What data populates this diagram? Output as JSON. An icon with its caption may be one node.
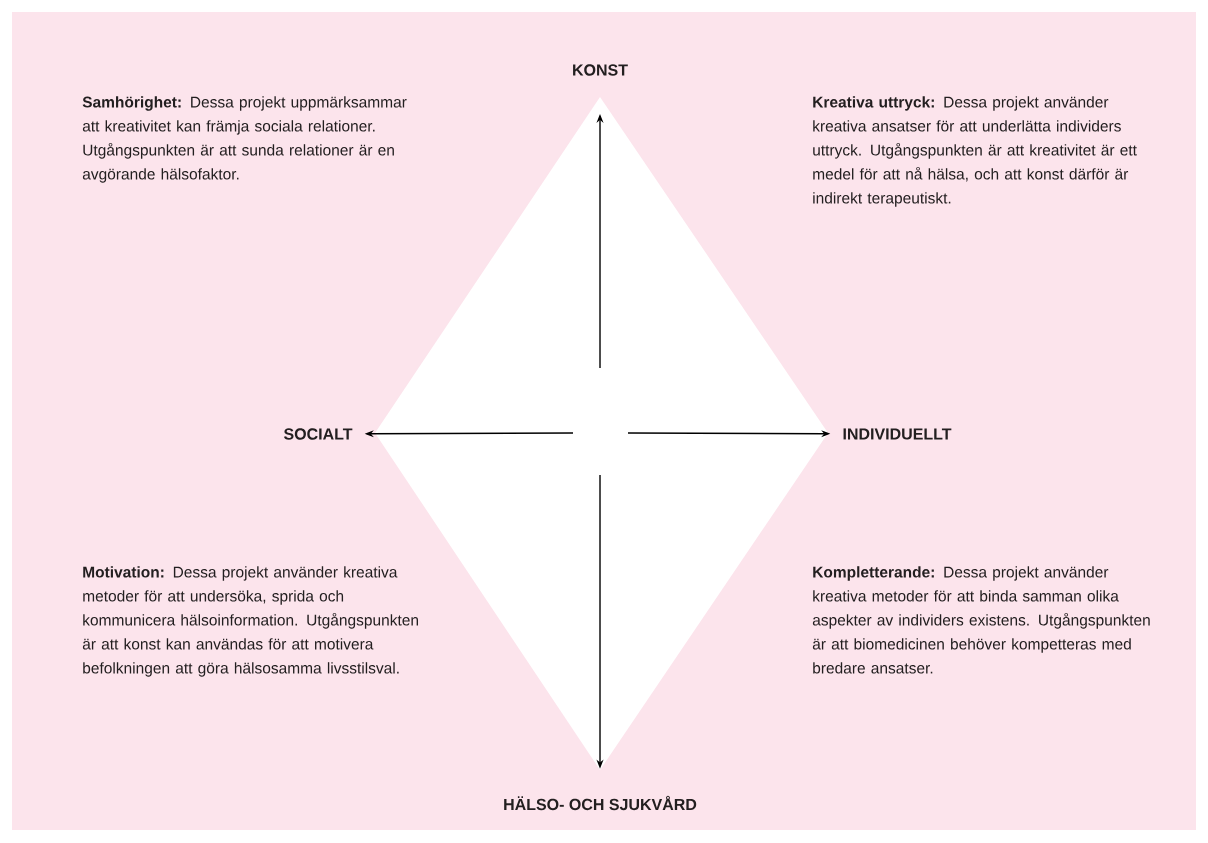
{
  "diagram": {
    "nodes": [
      {
        "text": [
          "KONST"
        ]
      },
      {
        "text": [
          "SOCIALT"
        ]
      },
      {
        "text": [
          "INDIVIDUELLT"
        ]
      },
      {
        "text": [
          "HÄLSO- OCH SJUKVÅRD"
        ]
      }
    ],
    "edges": [
      {
        "from": null,
        "to": 0,
        "arrow": "to"
      },
      {
        "from": null,
        "to": 1,
        "arrow": "to"
      },
      {
        "from": null,
        "to": 2,
        "arrow": "to"
      },
      {
        "from": null,
        "to": 3,
        "arrow": "to"
      }
    ],
    "labels": [
      "**Samhörighet:** Dessa projekt uppmärksammar att kreativitet kan främja sociala relationer. Utgångspunkten är att sunda relationer är en avgörande hälsofaktor.",
      "**Kreativa uttryck:** Dessa projekt använder kreativa ansatser för att underlätta individers uttryck. Utgångspunkten är att kreativitet är ett medel för att nå hälsa, och att konst därför är indirekt terapeutiskt.",
      "**Motivation:** Dessa projekt använder kreativa metoder för att undersöka, sprida och kommunicera hälsoinformation. Utgångspunkten är att konst kan användas för att motivera befolkningen att göra hälsosamma livsstilsval.",
      "**Kompletterande:** Dessa projekt använder kreativa metoder för att binda samman olika aspekter av individers existens. Utgångspunkten är att biomedicinen behöver kompetteras med bredare ansatser."
    ]
  }
}
